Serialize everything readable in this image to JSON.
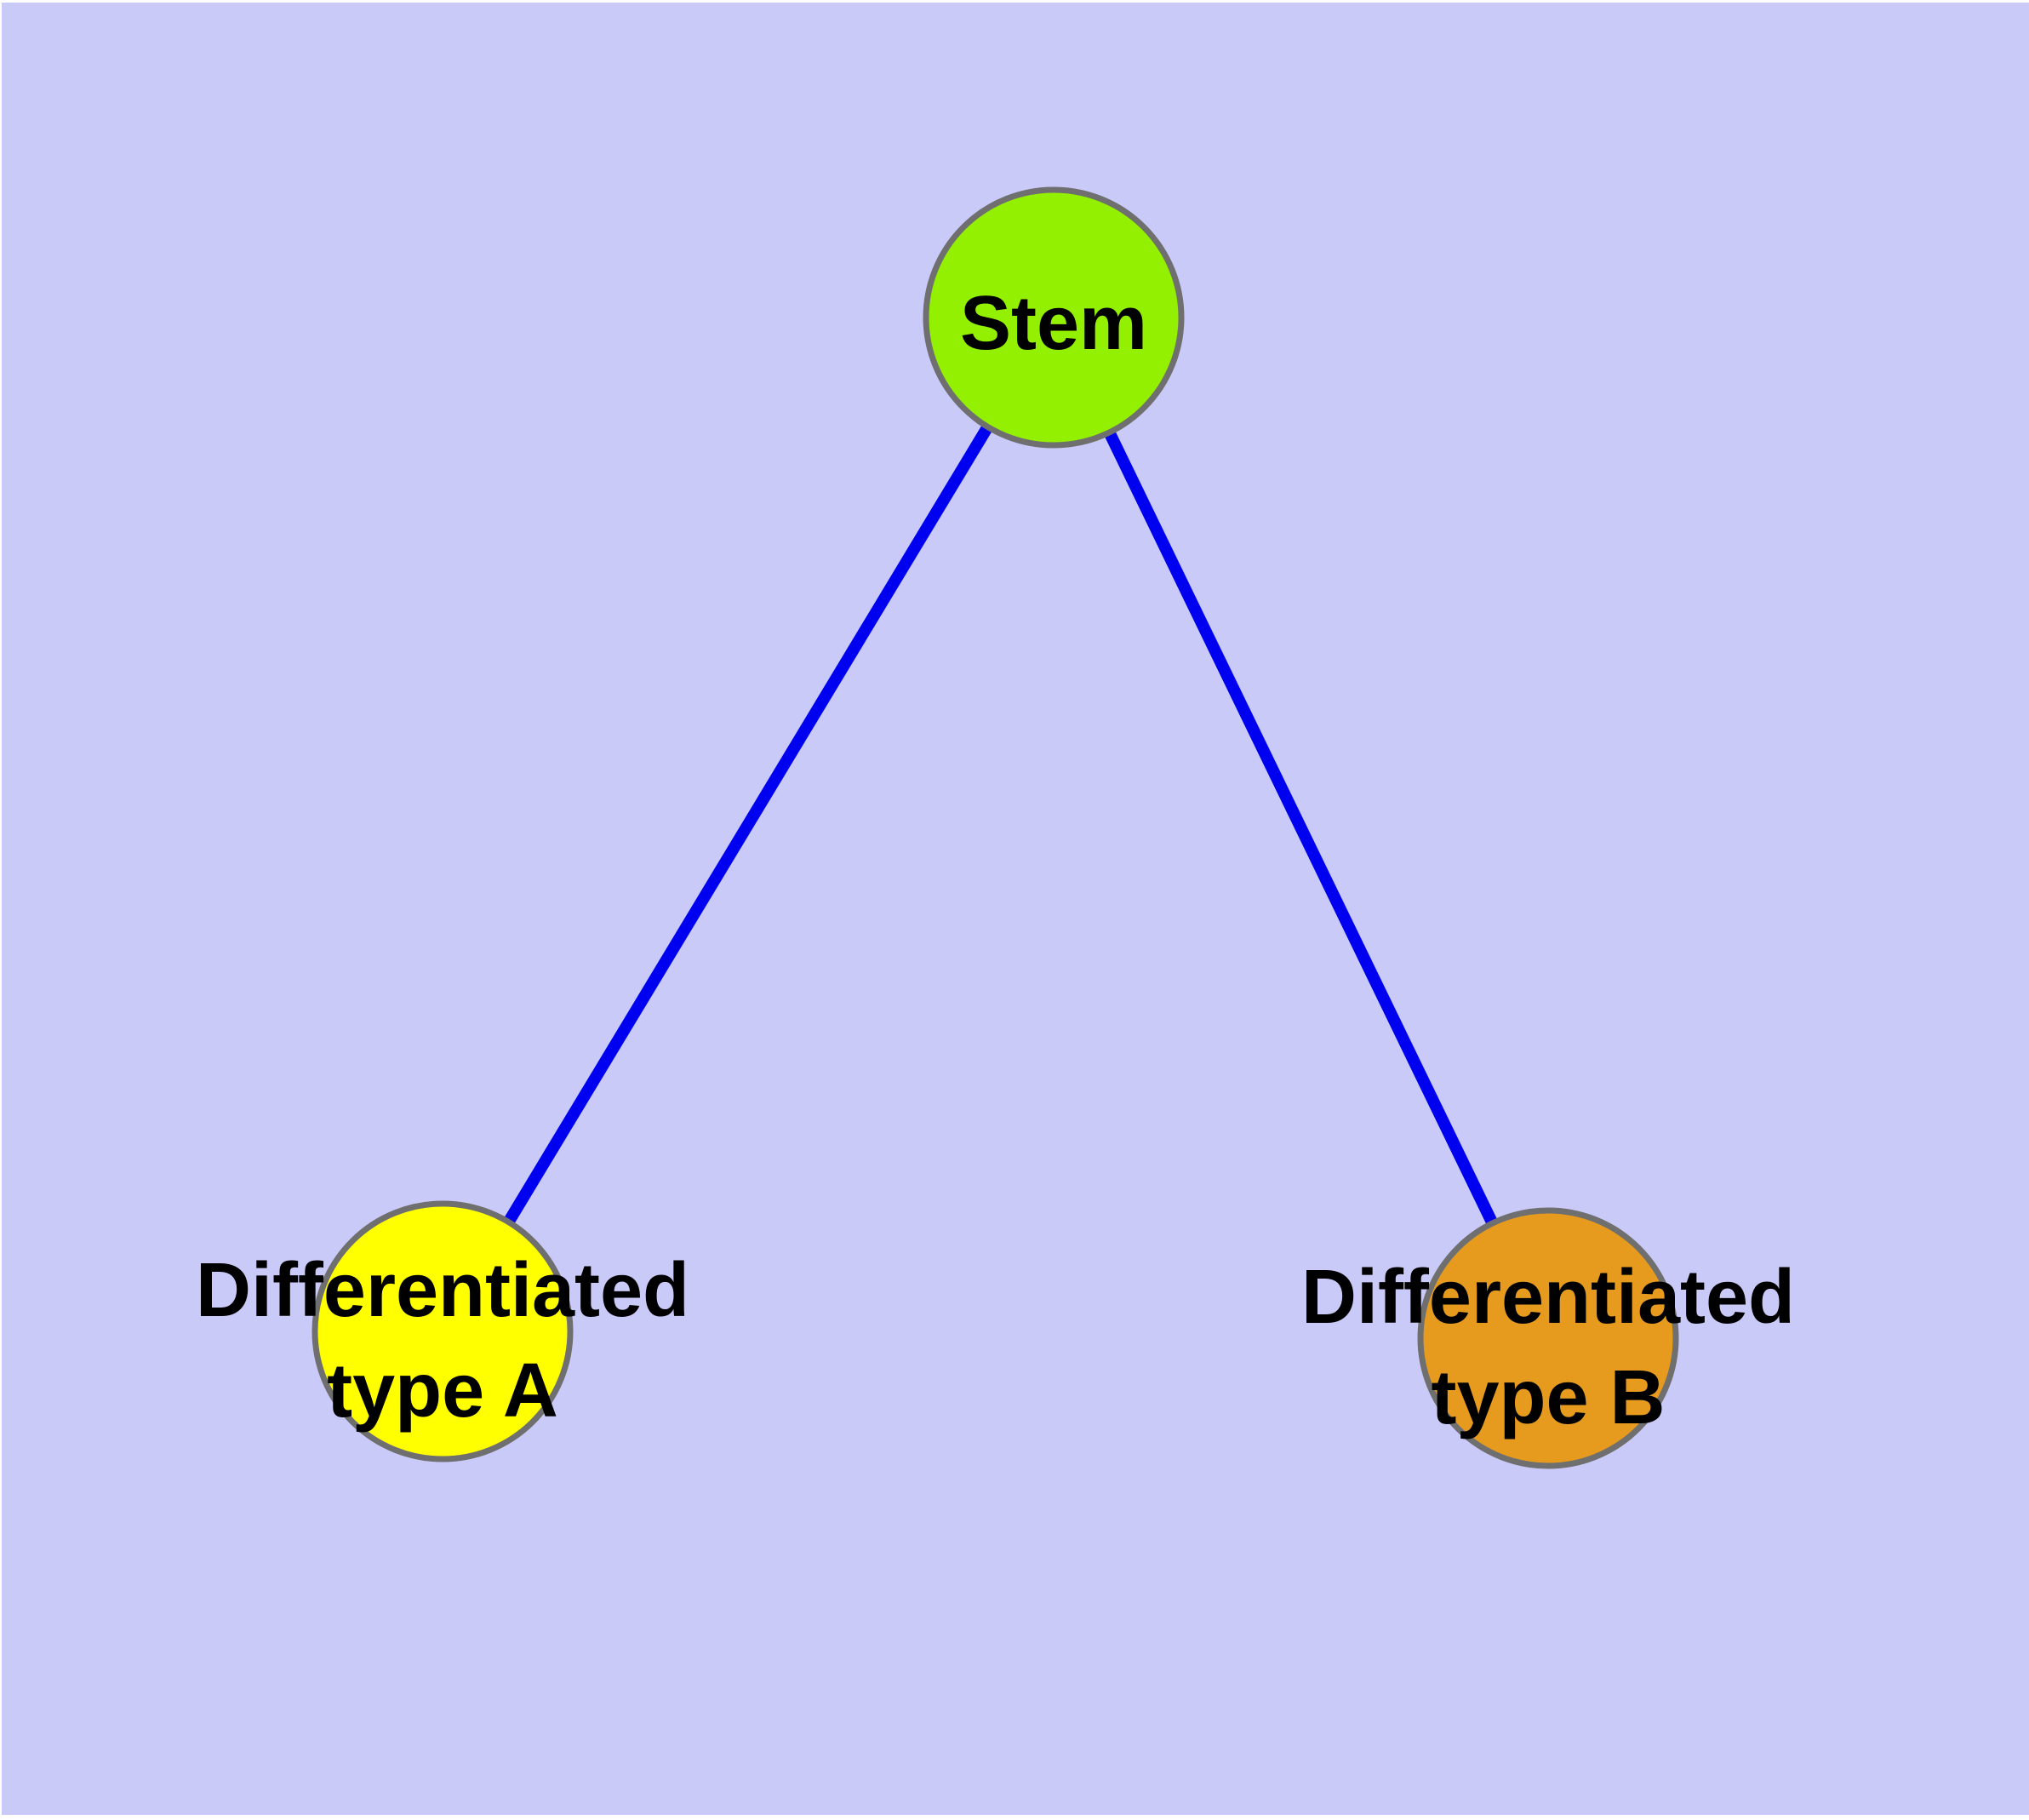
{
  "colors": {
    "background": "#CACAF8",
    "page_margin": "#FFFFFF",
    "edge": "#0000F0",
    "node_border": "#6F6F6F",
    "label_text": "#000000",
    "stem_fill": "#92F000",
    "type_a_fill": "#FFFF00",
    "type_b_fill": "#E69B1F"
  },
  "nodes": {
    "stem": {
      "label": "Stem",
      "fill": "#92F000"
    },
    "type_a": {
      "label_line1": "Differentiated",
      "label_line2": "type A",
      "fill": "#FFFF00"
    },
    "type_b": {
      "label_line1": "Differentiated",
      "label_line2": "type B",
      "fill": "#E69B1F"
    }
  },
  "edges": [
    {
      "from": "Stem",
      "to": "Differentiated type A"
    },
    {
      "from": "Stem",
      "to": "Differentiated type B"
    }
  ]
}
